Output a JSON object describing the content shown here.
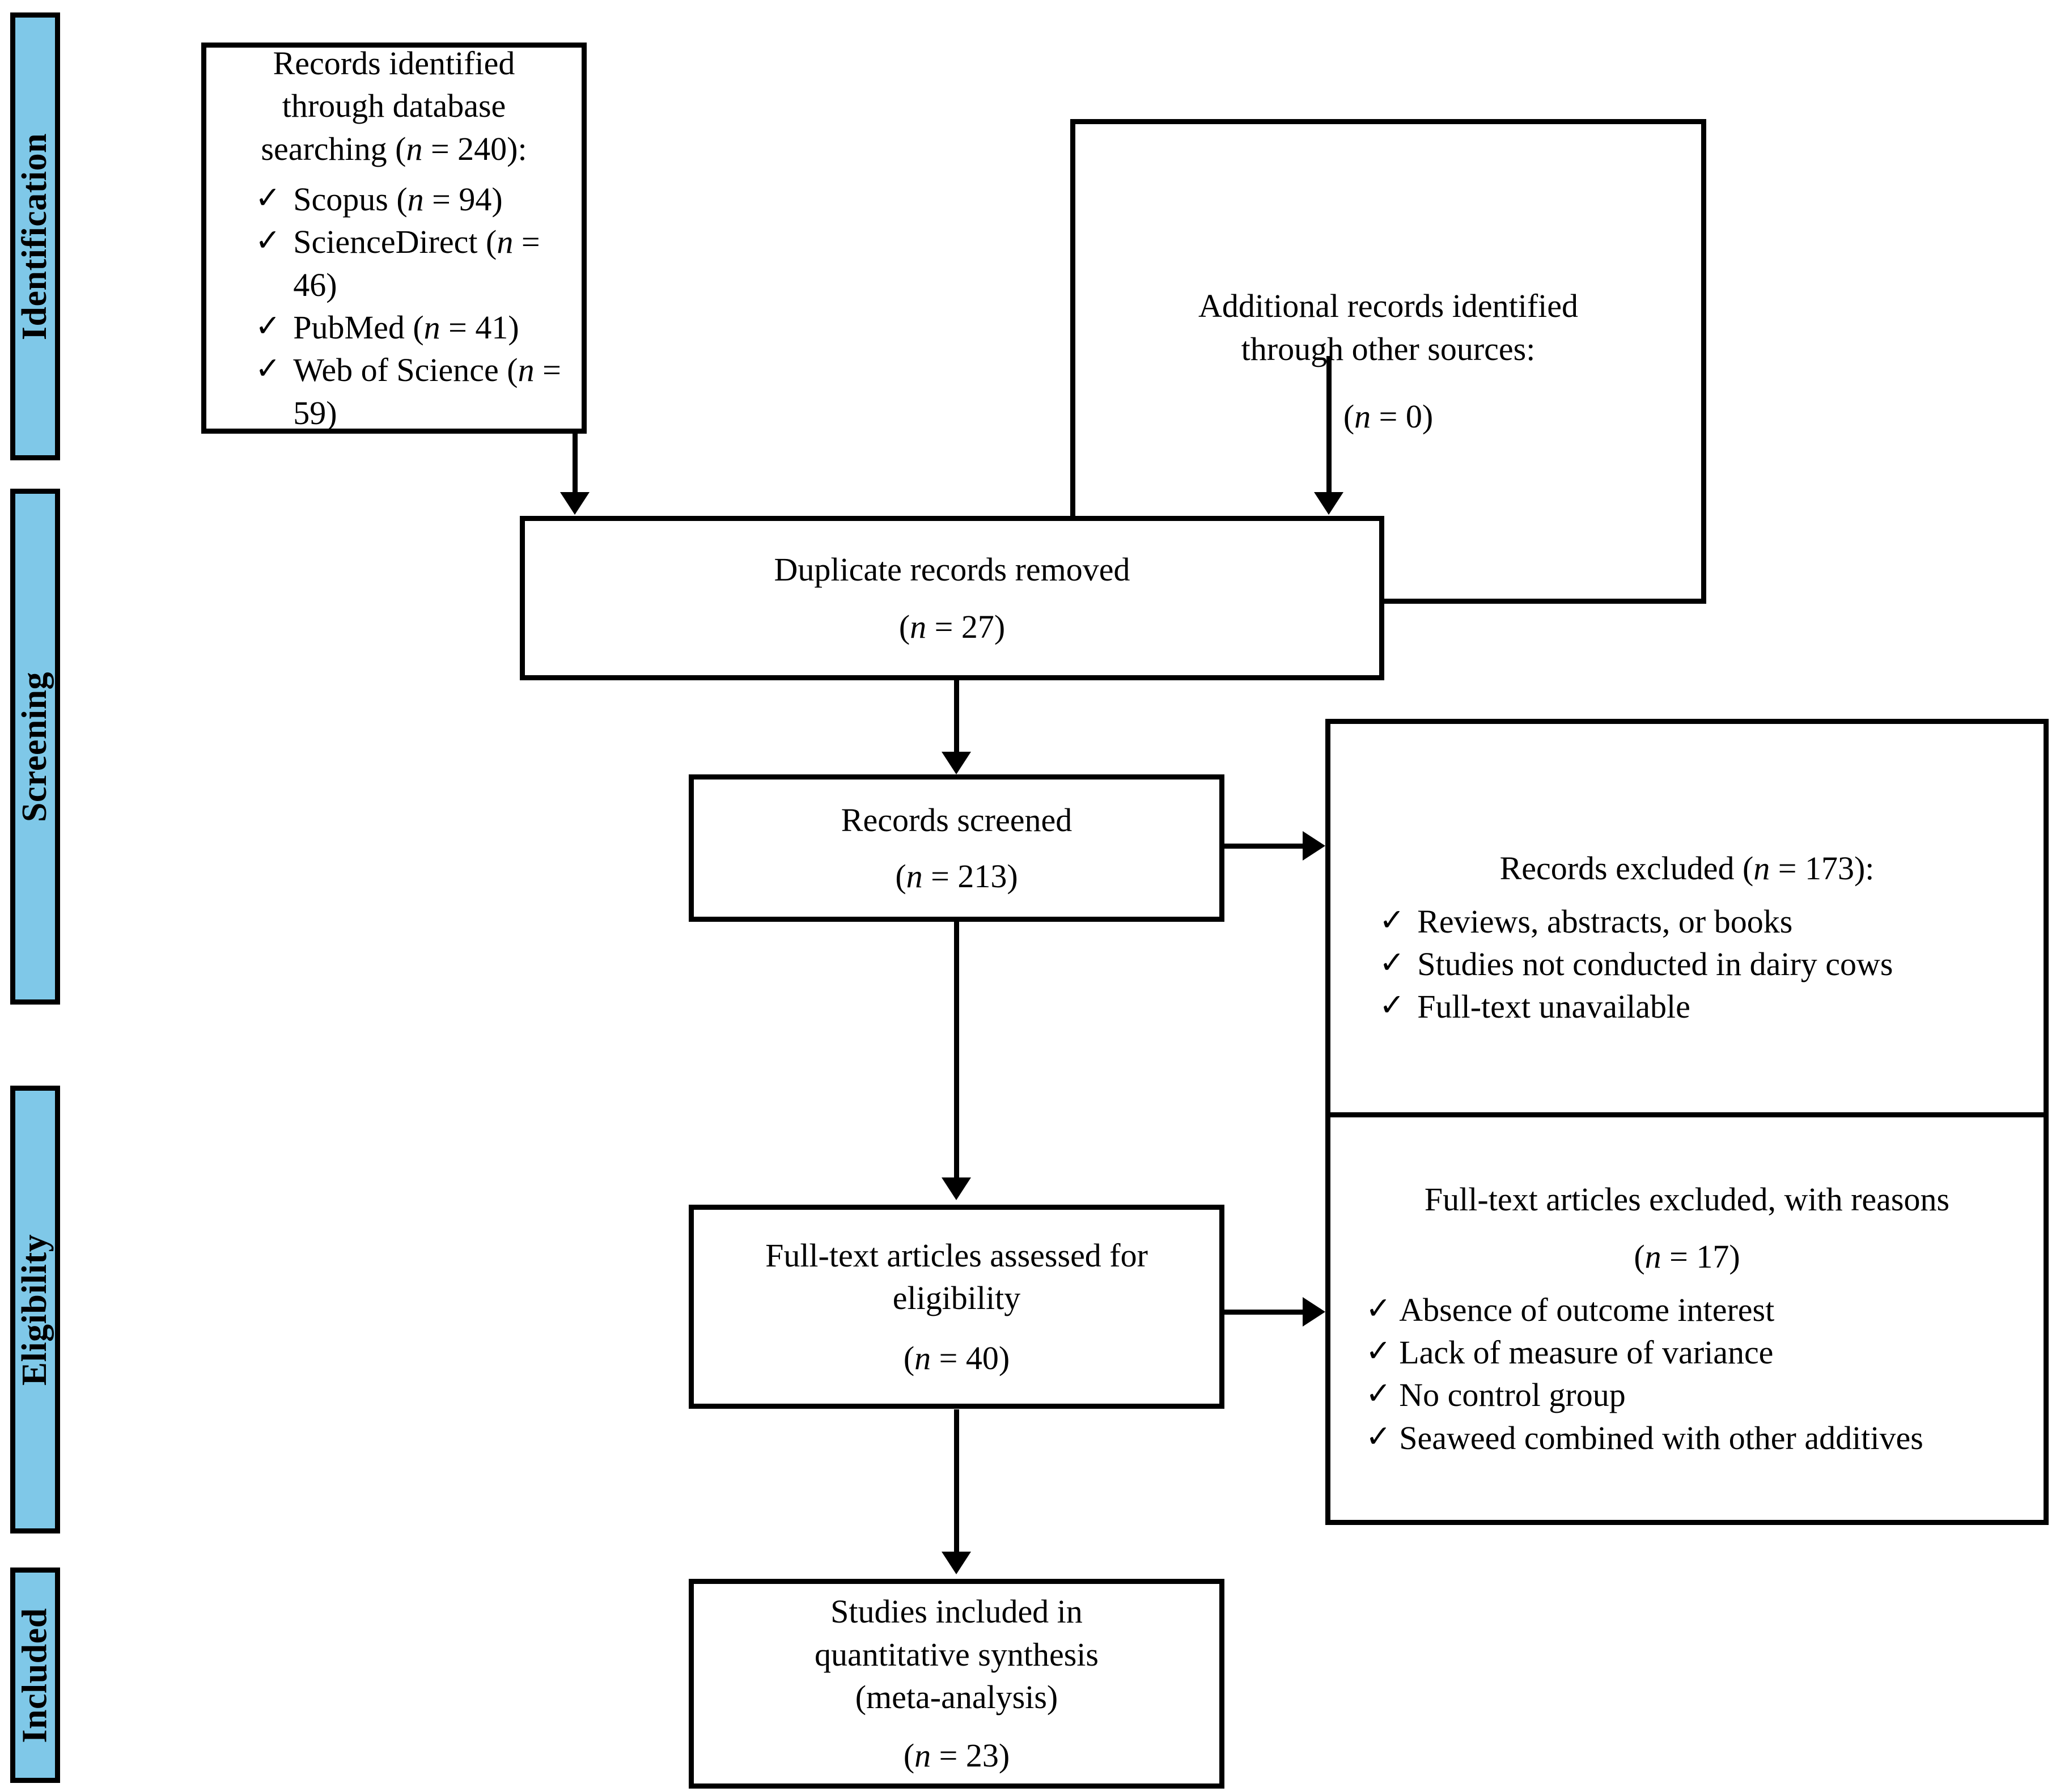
{
  "diagram": {
    "title": "PRISMA flow diagram",
    "accent_color": "#7FC8E8",
    "line_color": "#000000",
    "background_color": "#FFFFFF"
  },
  "stages": [
    {
      "id": "identification",
      "label": "Identification"
    },
    {
      "id": "screening",
      "label": "Screening"
    },
    {
      "id": "eligibility",
      "label": "Eligibility"
    },
    {
      "id": "included",
      "label": "Included"
    }
  ],
  "boxes": {
    "database_search": {
      "heading_line1": "Records identified through database",
      "heading_line2": "searching (n = 240):",
      "tick": "✓",
      "sources": [
        "Scopus (n = 94)",
        "ScienceDirect (n = 46)",
        "PubMed (n = 41)",
        "Web of Science (n = 59)"
      ]
    },
    "other_sources": {
      "line1": "Additional records identified",
      "line2": "through other sources:",
      "count": "(n = 0)"
    },
    "duplicates_removed": {
      "line1": "Duplicate records removed",
      "count": "(n = 27)"
    },
    "records_screened": {
      "line1": "Records screened",
      "count": "(n = 213)"
    },
    "records_excluded": {
      "heading": "Records excluded (n = 173):",
      "tick": "✓",
      "reasons": [
        "Reviews, abstracts, or books",
        "Studies not conducted in dairy cows",
        "Full-text unavailable"
      ]
    },
    "fulltext_assessed": {
      "line1": "Full-text articles assessed for",
      "line2": "eligibility",
      "count": "(n = 40)"
    },
    "fulltext_excluded": {
      "heading": "Full-text articles excluded, with reasons",
      "count": "(n = 17)",
      "tick": "✓",
      "reasons": [
        "Absence of outcome interest",
        "Lack of measure of variance",
        "No control group",
        "Seaweed combined with other additives"
      ]
    },
    "studies_included": {
      "line1": "Studies included in",
      "line2": "quantitative synthesis",
      "line3": "(meta-analysis)",
      "count": "(n = 23)"
    }
  }
}
